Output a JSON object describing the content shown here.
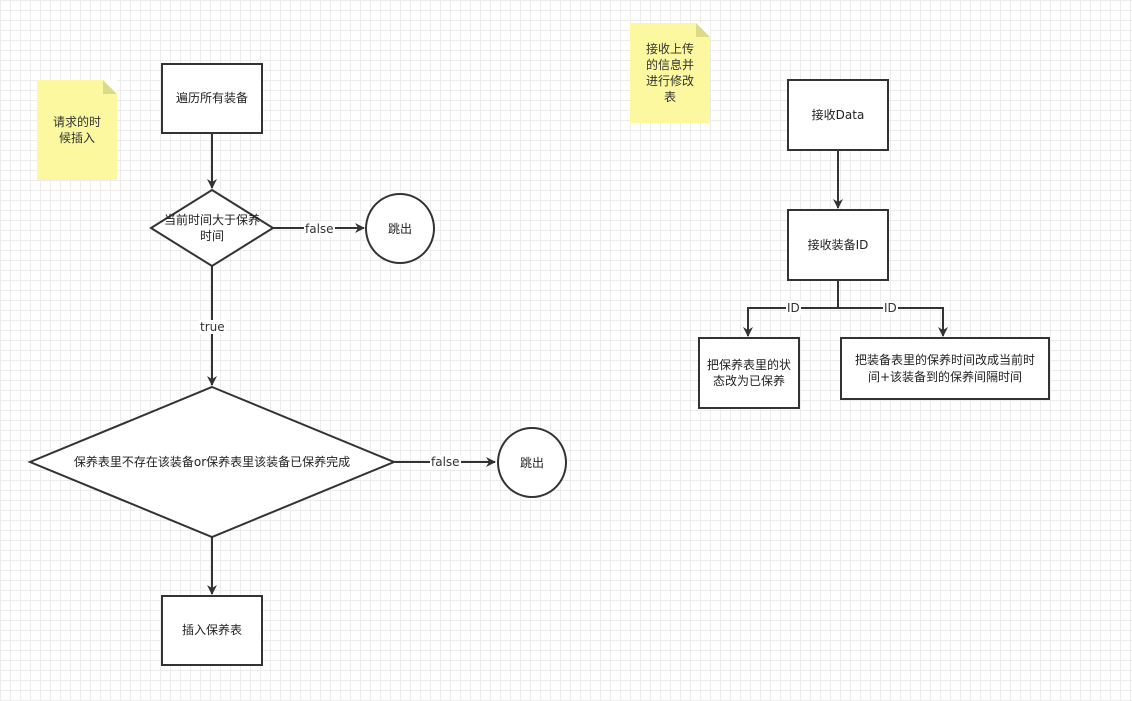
{
  "notes": {
    "left": "请求的时候插入",
    "right": "接收上传的信息并进行修改表"
  },
  "left_flow": {
    "start": "遍历所有装备",
    "decision1": "当前时间大于保养时间",
    "exit1": "跳出",
    "decision2": "保养表里不存在该装备or保养表里该装备已保养完成",
    "exit2": "跳出",
    "end": "插入保养表",
    "edge_false_1": "false",
    "edge_true": "true",
    "edge_false_2": "false"
  },
  "right_flow": {
    "receive_data": "接收Data",
    "receive_id": "接收装备ID",
    "edge_id_left": "ID",
    "edge_id_right": "ID",
    "action_left": "把保养表里的状态改为已保养",
    "action_right": "把装备表里的保养时间改成当前时间+该装备到的保养间隔时间"
  }
}
